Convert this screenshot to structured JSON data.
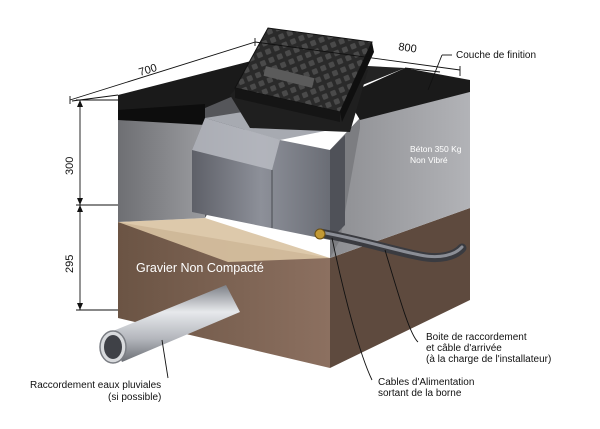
{
  "dimensions": {
    "width_label": "800",
    "depth_label": "700",
    "concrete_height_label": "300",
    "gravel_height_label": "295"
  },
  "labels": {
    "finish_layer": "Couche de finition",
    "concrete_line1": "Béton 350 Kg",
    "concrete_line2": "Non Vibré",
    "gravel": "Gravier Non Compacté",
    "junction_line1": "Boite de raccordement",
    "junction_line2": "et câble d'arrivée",
    "junction_line3": "(à la charge de l'installateur)",
    "cables_line1": "Cables d'Alimentation",
    "cables_line2": "sortant de la borne",
    "rain_line1": "Raccordement eaux pluviales",
    "rain_line2": "(si possible)"
  },
  "colors": {
    "asphalt": "#1a1a1a",
    "concrete": "#8c8d91",
    "gravel": "#7a6252",
    "sand": "#d9c3a2",
    "pipe": "#b9bcc2"
  }
}
